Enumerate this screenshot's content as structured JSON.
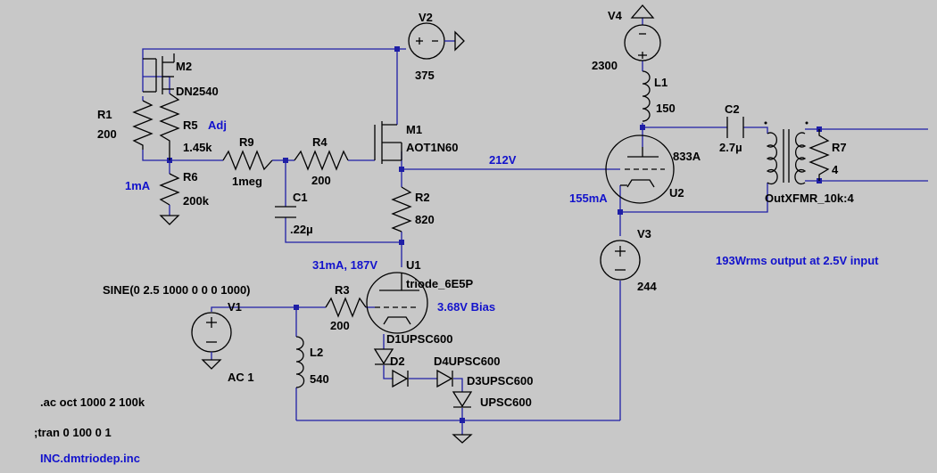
{
  "window": {
    "title": ""
  },
  "colors": {
    "background": "#c8c8c8",
    "wire": "#1f1fa6",
    "component": "#000000",
    "annotation": "#1212cc"
  },
  "components": {
    "V2": {
      "name": "V2",
      "value": "375"
    },
    "V4": {
      "name": "V4",
      "value": "2300"
    },
    "V3": {
      "name": "V3",
      "value": "244"
    },
    "V1": {
      "name": "V1",
      "value": "AC 1",
      "source": "SINE(0 2.5 1000 0 0 0 1000)"
    },
    "M2": {
      "name": "M2",
      "value": "DN2540"
    },
    "M1": {
      "name": "M1",
      "value": "AOT1N60"
    },
    "R1": {
      "name": "R1",
      "value": "200"
    },
    "R5": {
      "name": "R5",
      "value": "1.45k"
    },
    "R6": {
      "name": "R6",
      "value": "200k"
    },
    "R9": {
      "name": "R9",
      "value": "1meg"
    },
    "R4": {
      "name": "R4",
      "value": "200"
    },
    "R2": {
      "name": "R2",
      "value": "820"
    },
    "R3": {
      "name": "R3",
      "value": "200"
    },
    "R7": {
      "name": "R7",
      "value": "4"
    },
    "C1": {
      "name": "C1",
      "value": ".22µ"
    },
    "C2": {
      "name": "C2",
      "value": "2.7µ"
    },
    "L1": {
      "name": "L1",
      "value": "150"
    },
    "L2": {
      "name": "L2",
      "value": "540"
    },
    "U1": {
      "name": "U1",
      "value": "triode_6E5P"
    },
    "U2": {
      "name": "U2",
      "value": "833A"
    },
    "D1": {
      "name": "D1",
      "value": "UPSC600"
    },
    "D2": {
      "name": "D2",
      "value": ""
    },
    "D3": {
      "name": "D3",
      "value": "UPSC600"
    },
    "D4": {
      "name": "D4",
      "value": "UPSC600"
    },
    "D3b": {
      "value": "UPSC600"
    },
    "XFMR": {
      "name": "OutXFMR_10k:4"
    }
  },
  "annotations": {
    "adj": "Adj",
    "current_1ma": "1mA",
    "voltage_212": "212V",
    "current_155": "155mA",
    "u1_op": "31mA, 187V",
    "bias": "3.68V Bias",
    "output": "193Wrms output at 2.5V input"
  },
  "directives": {
    "ac": ".ac oct 1000 2 100k",
    "tran": ";tran 0 100 0 1",
    "include": "INC.dmtriodep.inc"
  }
}
